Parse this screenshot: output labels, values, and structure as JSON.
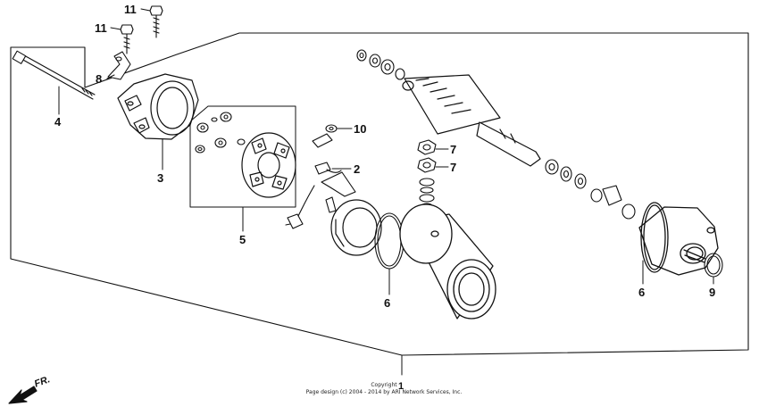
{
  "diagram": {
    "callouts": {
      "c1": "1",
      "c2": "2",
      "c3": "3",
      "c4": "4",
      "c5": "5",
      "c6a": "6",
      "c6b": "6",
      "c7a": "7",
      "c7b": "7",
      "c8": "8",
      "c9": "9",
      "c10": "10",
      "c11a": "11",
      "c11b": "11"
    },
    "front_label": "FR.",
    "copyright_line1": "Copyright",
    "copyright_line2": "Page design (c) 2004 - 2014 by ARI Network Services, Inc."
  },
  "colors": {
    "line": "#111111",
    "background": "#ffffff"
  }
}
